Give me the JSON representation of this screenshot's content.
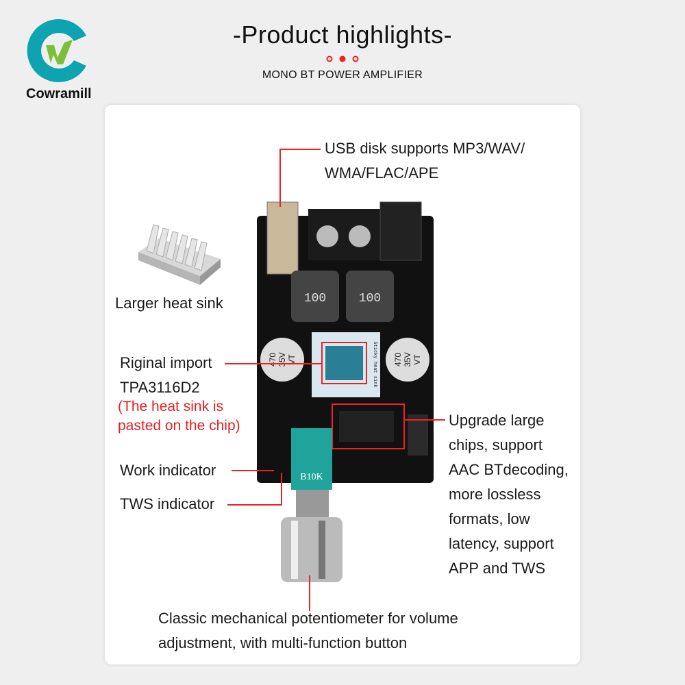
{
  "brand": {
    "name": "Cowramill",
    "logo_letter": "W"
  },
  "header": {
    "title": "-Product highlights-",
    "subtitle": "MONO BT POWER AMPLIFIER"
  },
  "colors": {
    "accent": "#e22222",
    "brand_teal": "#0ea3b0",
    "brand_green": "#7bbf3a"
  },
  "callouts": {
    "usb": [
      "USB disk supports MP3/WAV/",
      "WMA/FLAC/APE"
    ],
    "heatsink": "Larger heat sink",
    "chip": [
      "Riginal import",
      "TPA3116D2"
    ],
    "chip_note": [
      "(The heat sink is",
      "pasted on the chip)"
    ],
    "work": "Work indicator",
    "tws": "TWS indicator",
    "upgrade": [
      "Upgrade large",
      "chips, support",
      "AAC BTdecoding,",
      "more lossless",
      "formats, low",
      "latency, support",
      "APP and TWS"
    ],
    "pot": [
      "Classic mechanical potentiometer for volume",
      "adjustment, with multi-function button"
    ]
  },
  "board": {
    "inductor_label": "100",
    "cap_label": [
      "470",
      "35V",
      "VT"
    ],
    "pot_label": "B10K",
    "heatsink_label": "Sticky heat sink"
  }
}
